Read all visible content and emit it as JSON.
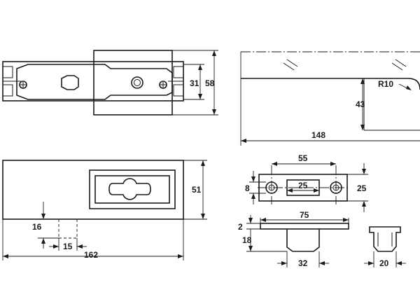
{
  "drawing": {
    "top_left_view": {
      "dim_31": "31",
      "dim_58": "58"
    },
    "top_right_view": {
      "dim_radius": "R10",
      "dim_43": "43",
      "dim_148": "148"
    },
    "bottom_left_view": {
      "dim_51": "51",
      "dim_16": "16",
      "dim_15": "15",
      "dim_162": "162"
    },
    "strike_plate_view": {
      "dim_55": "55",
      "dim_8": "8",
      "dim_25_inner": "25",
      "dim_25_height": "25",
      "dim_75": "75",
      "dim_2": "2",
      "dim_18": "18",
      "dim_32": "32",
      "dim_20": "20"
    }
  }
}
